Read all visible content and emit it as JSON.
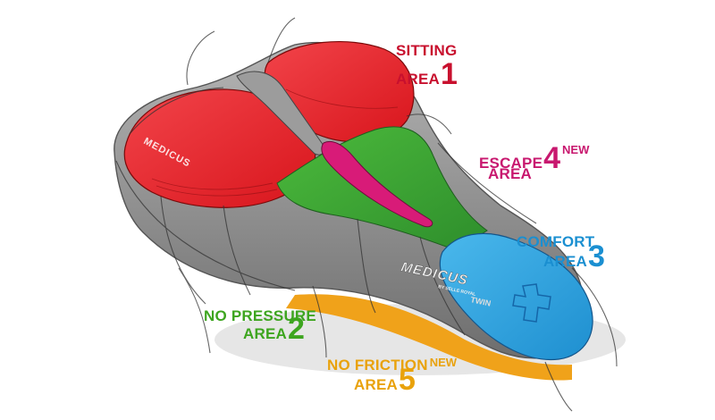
{
  "brand": {
    "logo_text": "MEDICUS",
    "logo_sub": "BY SELLE ROYAL",
    "twin_text": "TWIN"
  },
  "callouts": {
    "sitting": {
      "label_1": "SITTING",
      "label_2": "AREA",
      "number": "1",
      "badge": "",
      "color": "#c8102e"
    },
    "escape": {
      "label_1": "ESCAPE",
      "label_2": "AREA",
      "number": "4",
      "badge": "NEW",
      "color": "#c8186f"
    },
    "comfort": {
      "label_1": "COMFORT",
      "label_2": "AREA",
      "number": "3",
      "badge": "",
      "color": "#1a8fd1"
    },
    "pressure": {
      "label_1": "NO PRESSURE",
      "label_2": "AREA",
      "number": "2",
      "badge": "",
      "color": "#3da51f"
    },
    "friction": {
      "label_1": "NO FRICTION",
      "label_2": "AREA",
      "number": "5",
      "badge": "NEW",
      "color": "#e9a20c"
    }
  },
  "zone_colors": {
    "sitting": "#e8262d",
    "escape": "#d81b78",
    "comfort": "#2aa3e0",
    "pressure": "#3aa63a",
    "friction": "#f0a21a",
    "shell": "#8e8e8e"
  }
}
